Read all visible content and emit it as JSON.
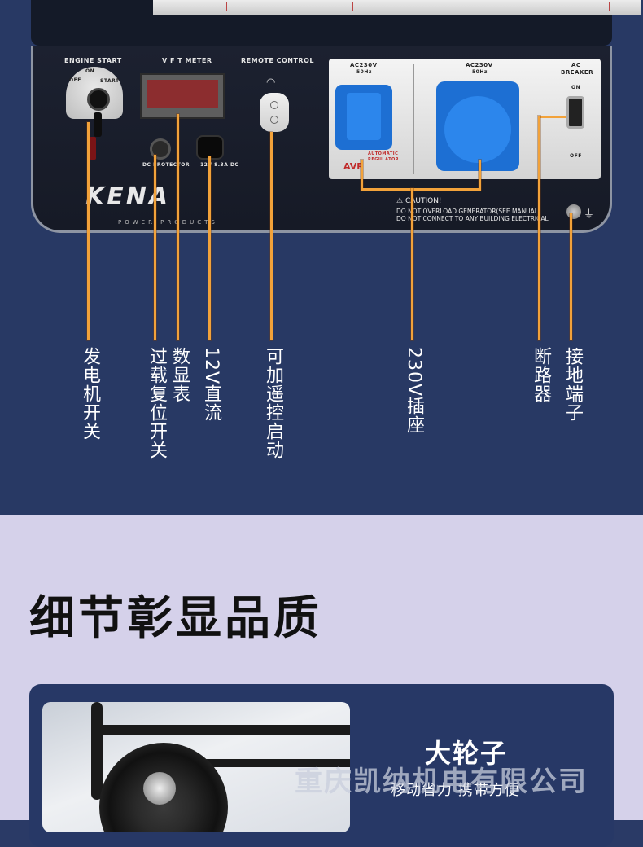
{
  "panel": {
    "engine_start_label": "ENGINE START",
    "switch_on": "ON",
    "switch_off": "OFF",
    "switch_start": "START",
    "meter_label": "V F T METER",
    "remote_label": "REMOTE CONTROL",
    "dc_protector_label": "DC PROTECTOR",
    "dc_socket_label": "12V 8.3A DC",
    "brand_logo": "KENA",
    "brand_sub": "POWER PRODUCTS",
    "ac_left_label": "AC230V",
    "ac_left_freq": "50Hz",
    "ac_right_label": "AC230V",
    "ac_right_freq": "50Hz",
    "breaker_label_1": "AC",
    "breaker_label_2": "BREAKER",
    "breaker_on": "ON",
    "breaker_off": "OFF",
    "avr_label": "AVR",
    "avr_desc_1": "AUTOMATIC",
    "avr_desc_2": "REGULATOR",
    "caution_title": "CAUTION!",
    "caution_line_1": "DO NOT OVERLOAD GENERATOR(SEE MANUAL)",
    "caution_line_2": "DO NOT CONNECT TO ANY BUILDING ELECTRICAL"
  },
  "callouts": [
    {
      "text": "发电机开关"
    },
    {
      "text": "过载复位开关"
    },
    {
      "text": "数显表"
    },
    {
      "text": "12V直流"
    },
    {
      "text": "可加遥控启动"
    },
    {
      "text": "230V插座"
    },
    {
      "text": "断路器"
    },
    {
      "text": "接地端子"
    }
  ],
  "detail": {
    "headline": "细节彰显品质",
    "card_title": "大轮子",
    "card_subtitle": "移动省力 携带方便",
    "watermark": "重庆凯纳机电有限公司"
  }
}
